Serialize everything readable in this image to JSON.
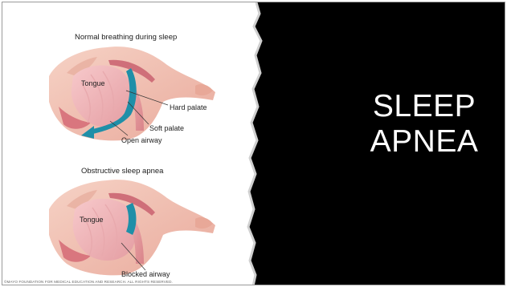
{
  "slide": {
    "title_line1": "SLEEP",
    "title_line2": "APNEA",
    "background_color": "#000000",
    "title_color": "#ffffff"
  },
  "illustration": {
    "top_panel": {
      "caption": "Normal breathing during sleep",
      "labels": {
        "tongue": "Tongue",
        "hard_palate": "Hard palate",
        "soft_palate": "Soft palate",
        "open_airway": "Open airway"
      }
    },
    "bottom_panel": {
      "caption": "Obstructive sleep apnea",
      "labels": {
        "tongue": "Tongue",
        "blocked_airway": "Blocked airway"
      }
    },
    "copyright": "©MAYO FOUNDATION FOR MEDICAL EDUCATION AND RESEARCH. ALL RIGHTS RESERVED.",
    "colors": {
      "skin": "#f1c2b4",
      "tissue": "#e79a9e",
      "airway": "#1f8fa8"
    }
  }
}
